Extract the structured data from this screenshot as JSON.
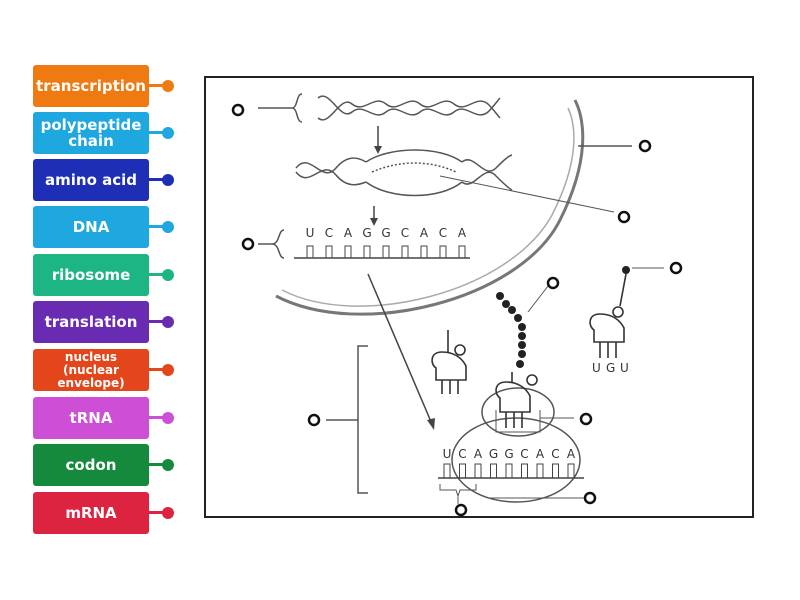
{
  "labels": [
    {
      "text": "transcription",
      "color": "#f07a12",
      "dot": "#f07a12",
      "name": "transcription"
    },
    {
      "text": "polypeptide chain",
      "color": "#1fa8e0",
      "dot": "#1fa8e0",
      "name": "polypeptide-chain"
    },
    {
      "text": "amino acid",
      "color": "#1f2fb5",
      "dot": "#1f2fb5",
      "name": "amino-acid"
    },
    {
      "text": "DNA",
      "color": "#1fa8e0",
      "dot": "#1fa8e0",
      "name": "dna"
    },
    {
      "text": "ribosome",
      "color": "#1eb584",
      "dot": "#1eb584",
      "name": "ribosome"
    },
    {
      "text": "translation",
      "color": "#6a2bb3",
      "dot": "#6a2bb3",
      "name": "translation"
    },
    {
      "text": "nucleus (nuclear envelope)",
      "color": "#e4461b",
      "dot": "#e4461b",
      "name": "nucleus"
    },
    {
      "text": "tRNA",
      "color": "#cc4fd6",
      "dot": "#cc4fd6",
      "name": "trna"
    },
    {
      "text": "codon",
      "color": "#168a3c",
      "dot": "#168a3c",
      "name": "codon"
    },
    {
      "text": "mRNA",
      "color": "#dc2340",
      "dot": "#dc2340",
      "name": "mrna"
    }
  ],
  "dna_sequence": [
    "U",
    "C",
    "A",
    "G",
    "G",
    "C",
    "A",
    "C",
    "A"
  ],
  "ribosome_sequence": [
    "U",
    "C",
    "A",
    "G",
    "G",
    "C",
    "A",
    "C",
    "A"
  ],
  "anticodon_sequence": [
    "U",
    "G",
    "U"
  ]
}
